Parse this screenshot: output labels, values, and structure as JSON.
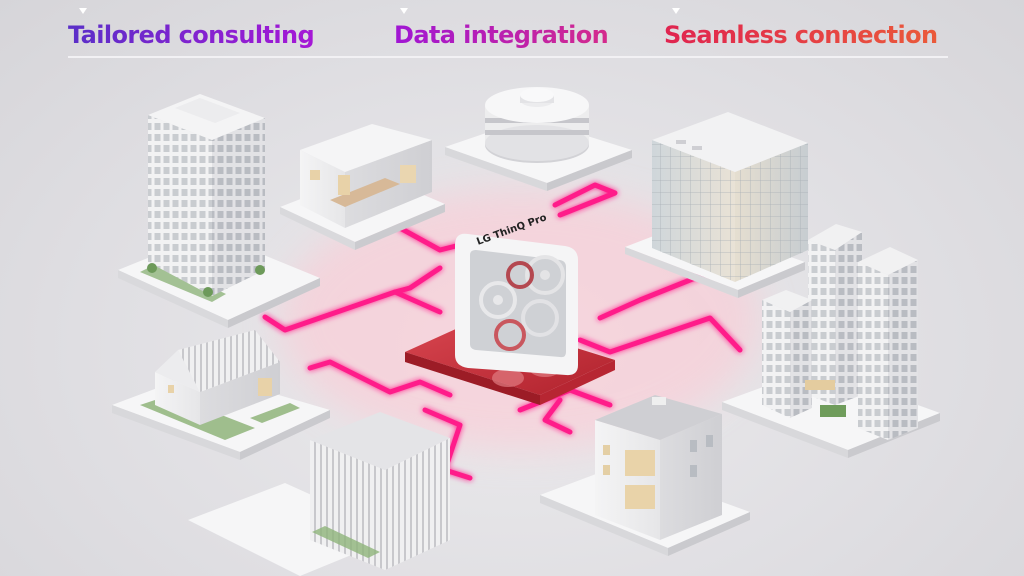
{
  "tabs": [
    {
      "label": "Tailored consulting",
      "marker": "triangle-down-icon"
    },
    {
      "label": "Data integration",
      "marker": "triangle-down-icon"
    },
    {
      "label": "Seamless connection",
      "marker": "triangle-down-icon"
    }
  ],
  "hub": {
    "brand_label": "LG ThinQ Pro",
    "icon": "gears-icon",
    "platform_color": "#c8323c"
  },
  "buildings": [
    {
      "name": "highrise-office-tower"
    },
    {
      "name": "modern-house-with-balcony"
    },
    {
      "name": "round-rotunda-building"
    },
    {
      "name": "glass-cube-office"
    },
    {
      "name": "twin-tower-complex"
    },
    {
      "name": "gabled-house"
    },
    {
      "name": "grid-facade-office"
    },
    {
      "name": "small-apartment-block"
    }
  ],
  "colors": {
    "connection_line": "#ff1f8a",
    "glow": "#ff6b8a",
    "background": "#e2e1e5"
  }
}
